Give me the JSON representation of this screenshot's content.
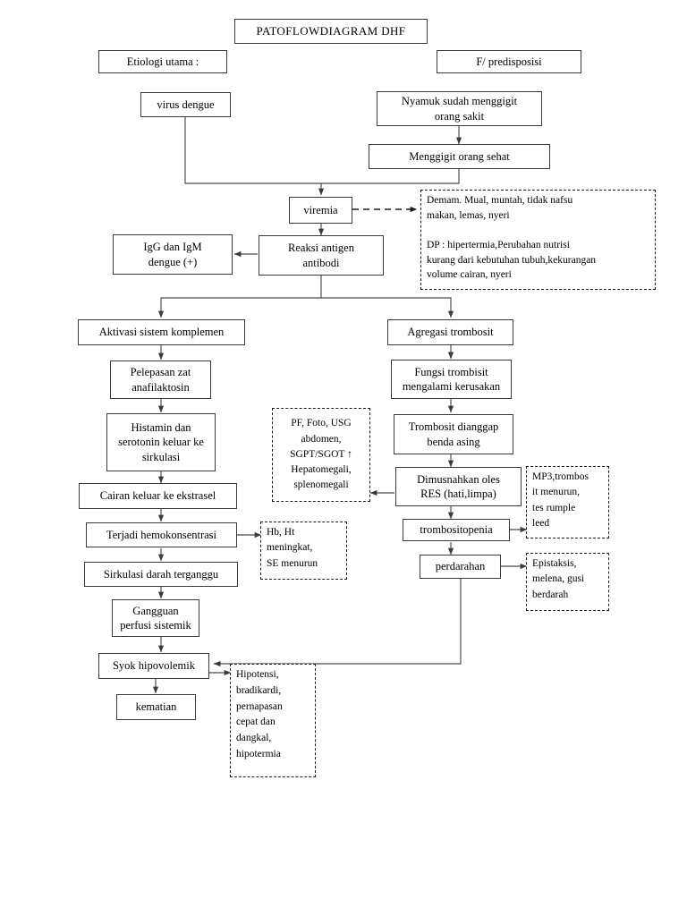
{
  "diagram": {
    "title": "PATOFLOWDIAGRAM  DHF",
    "type": "flowchart",
    "nodes": [
      {
        "id": "title",
        "label": "PATOFLOWDIAGRAM  DHF",
        "style": "solid"
      },
      {
        "id": "etiologi",
        "label": "Etiologi utama :",
        "style": "solid"
      },
      {
        "id": "predisposisi",
        "label": "F/ predisposisi",
        "style": "solid"
      },
      {
        "id": "virus",
        "label": "virus dengue",
        "style": "solid"
      },
      {
        "id": "nyamuk",
        "label": "Nyamuk sudah menggigit\norang sakit",
        "style": "solid"
      },
      {
        "id": "menggigit_sehat",
        "label": "Menggigit orang sehat",
        "style": "solid"
      },
      {
        "id": "viremia",
        "label": "viremia",
        "style": "solid"
      },
      {
        "id": "gejala",
        "label": "Demam. Mual, muntah, tidak nafsu\nmakan, lemas, nyeri\n\nDP : hipertermia,Perubahan nutrisi\nkurang dari kebutuhan tubuh,kekurangan\nvolume cairan, nyeri",
        "style": "dashed"
      },
      {
        "id": "igg",
        "label": "IgG dan IgM\ndengue (+)",
        "style": "solid"
      },
      {
        "id": "reaksi",
        "label": "Reaksi antigen\nantibodi",
        "style": "solid"
      },
      {
        "id": "aktivasi",
        "label": "Aktivasi sistem komplemen",
        "style": "solid"
      },
      {
        "id": "agregasi",
        "label": "Agregasi trombosit",
        "style": "solid"
      },
      {
        "id": "pelepasan",
        "label": "Pelepasan zat\nanafilaktosin",
        "style": "solid"
      },
      {
        "id": "fungsi",
        "label": "Fungsi trombisit\nmengalami kerusakan",
        "style": "solid"
      },
      {
        "id": "histamin",
        "label": "Histamin dan\nserotonin keluar ke\nsirkulasi",
        "style": "solid"
      },
      {
        "id": "pemeriksaan",
        "label": "PF, Foto, USG\nabdomen,\nSGPT/SGOT ↑\nHepatomegali,\nsplenomegali",
        "style": "dashed"
      },
      {
        "id": "benda_asing",
        "label": "Trombosit dianggap\nbenda asing",
        "style": "solid"
      },
      {
        "id": "cairan",
        "label": "Cairan keluar ke ekstrasel",
        "style": "solid"
      },
      {
        "id": "dimusnahkan",
        "label": "Dimusnahkan oles\nRES (hati,limpa)",
        "style": "solid"
      },
      {
        "id": "mp3",
        "label": "MP3,trombos\nit menurun,\ntes rumple\nleed",
        "style": "dashed"
      },
      {
        "id": "hemokonsentrasi",
        "label": "Terjadi hemokonsentrasi",
        "style": "solid"
      },
      {
        "id": "hbht",
        "label": "Hb, Ht\nmeningkat,\nSE menurun",
        "style": "dashed"
      },
      {
        "id": "trombositopenia",
        "label": "trombositopenia",
        "style": "solid"
      },
      {
        "id": "sirkulasi",
        "label": "Sirkulasi darah terganggu",
        "style": "solid"
      },
      {
        "id": "perdarahan",
        "label": "perdarahan",
        "style": "solid"
      },
      {
        "id": "epistaksis",
        "label": "Epistaksis,\nmelena, gusi\nberdarah",
        "style": "dashed"
      },
      {
        "id": "gangguan",
        "label": "Gangguan\nperfusi sistemik",
        "style": "solid"
      },
      {
        "id": "syok",
        "label": "Syok hipovolemik",
        "style": "solid"
      },
      {
        "id": "hipotensi",
        "label": "Hipotensi,\nbradikardi,\npernapasan\ncepat dan\ndangkal,\nhipotermia",
        "style": "dashed"
      },
      {
        "id": "kematian",
        "label": "kematian",
        "style": "solid"
      }
    ],
    "edges": [
      {
        "from": "nyamuk",
        "to": "menggigit_sehat",
        "style": "solid"
      },
      {
        "from": "virus",
        "to": "viremia",
        "style": "solid"
      },
      {
        "from": "menggigit_sehat",
        "to": "viremia",
        "style": "solid"
      },
      {
        "from": "viremia",
        "to": "gejala",
        "style": "dashed"
      },
      {
        "from": "viremia",
        "to": "reaksi",
        "style": "solid"
      },
      {
        "from": "reaksi",
        "to": "igg",
        "style": "solid"
      },
      {
        "from": "reaksi",
        "to": "aktivasi",
        "style": "solid"
      },
      {
        "from": "reaksi",
        "to": "agregasi",
        "style": "solid"
      },
      {
        "from": "aktivasi",
        "to": "pelepasan",
        "style": "solid"
      },
      {
        "from": "pelepasan",
        "to": "histamin",
        "style": "solid"
      },
      {
        "from": "histamin",
        "to": "cairan",
        "style": "solid"
      },
      {
        "from": "cairan",
        "to": "hemokonsentrasi",
        "style": "solid"
      },
      {
        "from": "hemokonsentrasi",
        "to": "hbht",
        "style": "solid"
      },
      {
        "from": "hemokonsentrasi",
        "to": "sirkulasi",
        "style": "solid"
      },
      {
        "from": "sirkulasi",
        "to": "gangguan",
        "style": "solid"
      },
      {
        "from": "gangguan",
        "to": "syok",
        "style": "solid"
      },
      {
        "from": "syok",
        "to": "hipotensi",
        "style": "solid"
      },
      {
        "from": "syok",
        "to": "kematian",
        "style": "solid"
      },
      {
        "from": "agregasi",
        "to": "fungsi",
        "style": "solid"
      },
      {
        "from": "fungsi",
        "to": "benda_asing",
        "style": "solid"
      },
      {
        "from": "benda_asing",
        "to": "dimusnahkan",
        "style": "solid"
      },
      {
        "from": "dimusnahkan",
        "to": "pemeriksaan",
        "style": "solid"
      },
      {
        "from": "dimusnahkan",
        "to": "trombositopenia",
        "style": "solid"
      },
      {
        "from": "trombositopenia",
        "to": "mp3",
        "style": "solid"
      },
      {
        "from": "trombositopenia",
        "to": "perdarahan",
        "style": "solid"
      },
      {
        "from": "perdarahan",
        "to": "epistaksis",
        "style": "solid"
      },
      {
        "from": "perdarahan",
        "to": "syok",
        "style": "solid"
      }
    ]
  }
}
